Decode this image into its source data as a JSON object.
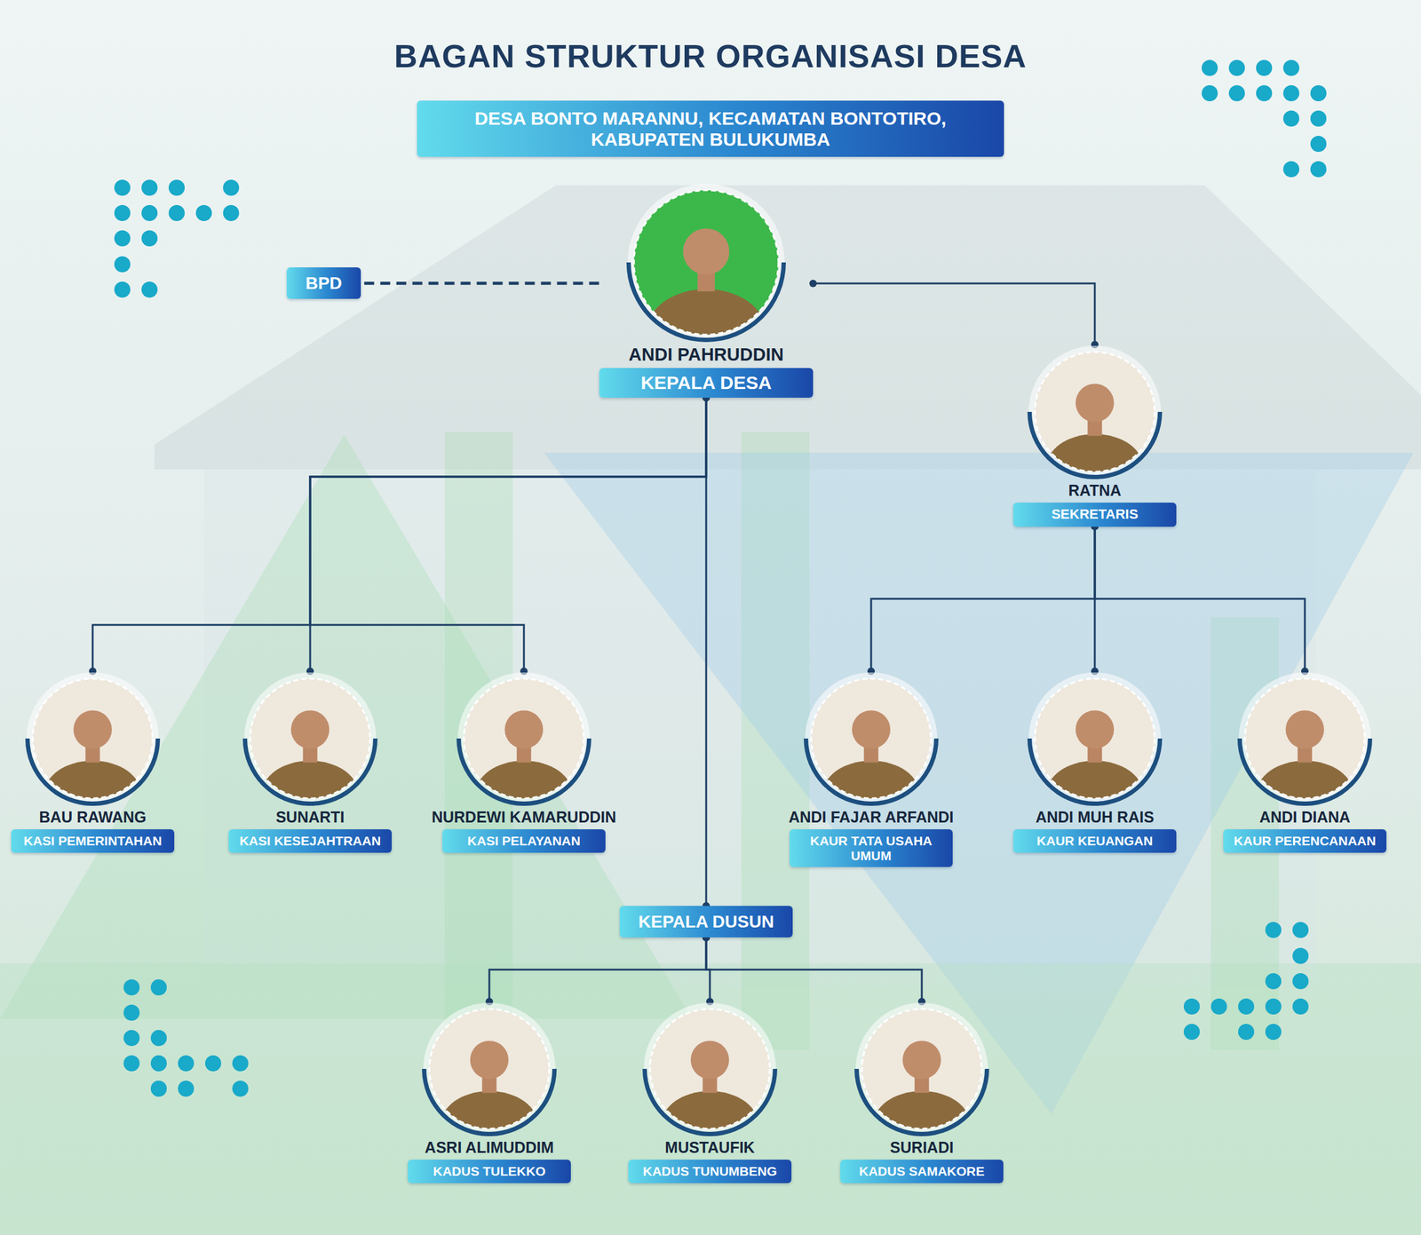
{
  "diagram": {
    "title": "BAGAN STRUKTUR ORGANISASI DESA",
    "nodes": [
      {
        "text": [
          "DESA BONTO MARANNU, KECAMATAN BONTOTIRO, KABUPATEN BULUKUMBA"
        ]
      },
      {
        "text": [
          "BPD"
        ]
      },
      {
        "text": [
          "ANDI PAHRUDDIN",
          "KEPALA DESA"
        ]
      },
      {
        "text": [
          "RATNA",
          "SEKRETARIS"
        ]
      },
      {
        "text": [
          "BAU RAWANG",
          "KASI PEMERINTAHAN"
        ]
      },
      {
        "text": [
          "SUNARTI",
          "KASI KESEJAHTRAAN"
        ]
      },
      {
        "text": [
          "NURDEWI KAMARUDDIN",
          "KASI PELAYANAN"
        ]
      },
      {
        "text": [
          "ANDI FAJAR ARFANDI",
          "KAUR TATA USAHA UMUM"
        ]
      },
      {
        "text": [
          "ANDI MUH RAIS",
          "KAUR KEUANGAN"
        ]
      },
      {
        "text": [
          "ANDI DIANA",
          "KAUR PERENCANAAN"
        ]
      },
      {
        "text": [
          "KEPALA DUSUN"
        ]
      },
      {
        "text": [
          "ASRI ALIMUDDIM",
          "KADUS TULEKKO"
        ]
      },
      {
        "text": [
          "MUSTAUFIK",
          "KADUS TUNUMBENG"
        ]
      },
      {
        "text": [
          "SURIADI",
          "KADUS SAMAKORE"
        ]
      }
    ],
    "edges": [
      {
        "from": 1,
        "to": 2,
        "arrow": "none"
      },
      {
        "from": 2,
        "to": 3,
        "arrow": "none"
      },
      {
        "from": 2,
        "to": 4,
        "arrow": "none"
      },
      {
        "from": 2,
        "to": 5,
        "arrow": "none"
      },
      {
        "from": 2,
        "to": 6,
        "arrow": "none"
      },
      {
        "from": 2,
        "to": 10,
        "arrow": "none"
      },
      {
        "from": 3,
        "to": 7,
        "arrow": "none"
      },
      {
        "from": 3,
        "to": 8,
        "arrow": "none"
      },
      {
        "from": 3,
        "to": 9,
        "arrow": "none"
      },
      {
        "from": 10,
        "to": 11,
        "arrow": "none"
      },
      {
        "from": 10,
        "to": 12,
        "arrow": "none"
      },
      {
        "from": 10,
        "to": 13,
        "arrow": "none"
      }
    ]
  }
}
